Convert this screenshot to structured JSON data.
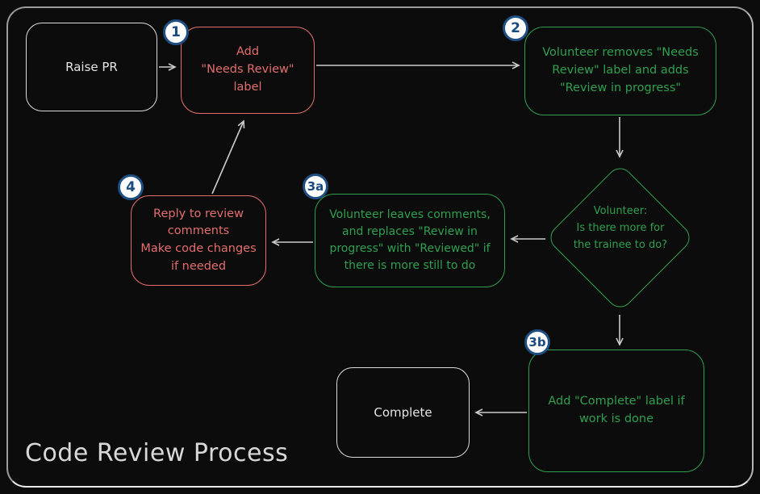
{
  "title": "Code Review Process",
  "colors": {
    "background": "#0c0c0c",
    "red_node": "#e36d6d",
    "green_node": "#2fa04f",
    "neutral_node": "#e4e4e4",
    "badge_blue": "#1f4e82",
    "arrow_gray": "#cbcbcb",
    "frame_gray": "#9b9b9b"
  },
  "nodes": {
    "raise_pr": {
      "label": "Raise PR"
    },
    "add_needs_review": {
      "label": "Add\n\"Needs Review\"\nlabel",
      "badge": "1"
    },
    "volunteer_removes": {
      "label": "Volunteer removes \"Needs\nReview\" label and adds\n\"Review in progress\"",
      "badge": "2"
    },
    "decision": {
      "label": "Volunteer:\nIs there more for\nthe trainee to do?"
    },
    "volunteer_reviews": {
      "label": "Volunteer leaves comments,\nand replaces \"Review in\nprogress\" with \"Reviewed\" if\nthere is more still to do",
      "badge": "3a"
    },
    "reply_to_comments": {
      "label": "Reply to review\ncomments\nMake code changes\nif needed",
      "badge": "4"
    },
    "add_complete": {
      "label": "Add \"Complete\" label if\nwork is done",
      "badge": "3b"
    },
    "complete": {
      "label": "Complete"
    }
  }
}
